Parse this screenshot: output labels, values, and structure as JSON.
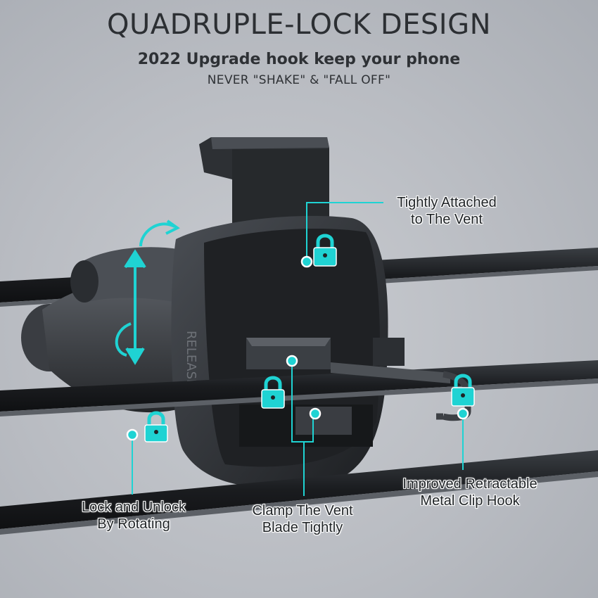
{
  "header": {
    "title": "QUADRUPLE-LOCK DESIGN",
    "subtitle": "2022 Upgrade hook keep your phone",
    "tagline": "NEVER \"SHAKE\" & \"FALL OFF\""
  },
  "product": {
    "body_label": "RELEASE"
  },
  "callouts": {
    "tight": {
      "line1": "Tightly Attached",
      "line2": "to The Vent"
    },
    "rotate": {
      "line1": "Lock and Unlock",
      "line2": "By Rotating"
    },
    "clamp": {
      "line1": "Clamp The Vent",
      "line2": "Blade Tightly"
    },
    "hook": {
      "line1": "Improved Retractable",
      "line2": "Metal Clip Hook"
    }
  },
  "colors": {
    "accent": "#1fd3d3",
    "background": "#bfc2c8",
    "vent_slat": "#202326",
    "mount_body": "#2a2d31"
  },
  "icons": [
    "padlock-icon",
    "rotate-arrow-icon",
    "callout-dot-icon"
  ]
}
